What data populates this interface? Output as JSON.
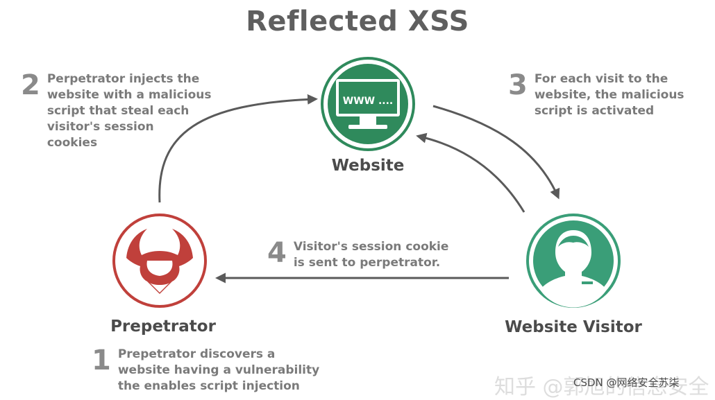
{
  "title": "Reflected XSS",
  "colors": {
    "website": "#2f8a5c",
    "visitor": "#3a9e78",
    "perpetrator": "#c0403b",
    "arrow": "#5a5a5a",
    "text": "#7a7a7a"
  },
  "nodes": {
    "website": {
      "label": "Website",
      "screen_text": "WWW ....",
      "icon": "monitor-icon"
    },
    "visitor": {
      "label": "Website Visitor",
      "icon": "user-icon"
    },
    "perpetrator": {
      "label": "Prepetrator",
      "icon": "devil-icon"
    }
  },
  "steps": [
    {
      "number": "1",
      "text": "Prepetrator discovers a\nwebsite having a vulnerability\nthe enables script injection"
    },
    {
      "number": "2",
      "text": "Perpetrator injects the\nwebsite with a malicious\nscript that steal each\nvisitor's session\ncookies"
    },
    {
      "number": "3",
      "text": "For each visit to the\nwebsite, the malicious\nscript is activated"
    },
    {
      "number": "4",
      "text": "Visitor's session cookie\nis sent to perpetrator."
    }
  ],
  "watermarks": {
    "zhihu": "知乎 @郭旭的信息安全",
    "csdn": "CSDN @网络安全苏柒"
  }
}
